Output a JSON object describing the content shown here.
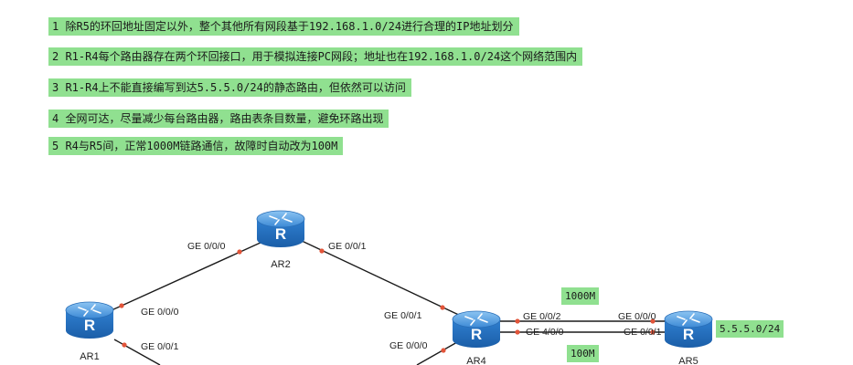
{
  "requirements": [
    "1 除R5的环回地址固定以外，整个其他所有网段基于192.168.1.0/24进行合理的IP地址划分",
    "2 R1-R4每个路由器存在两个环回接口，用于模拟连接PC网段；地址也在192.168.1.0/24这个网络范围内",
    "3 R1-R4上不能直接编写到达5.5.5.0/24的静态路由，但依然可以访问",
    "4 全网可达，尽量减少每台路由器，路由表条目数量，避免环路出现",
    "5 R4与R5间，正常1000M链路通信，故障时自动改为100M"
  ],
  "routers": {
    "ar1": {
      "label": "AR1",
      "icon_letter": "R"
    },
    "ar2": {
      "label": "AR2",
      "icon_letter": "R"
    },
    "ar4": {
      "label": "AR4",
      "icon_letter": "R"
    },
    "ar5": {
      "label": "AR5",
      "icon_letter": "R"
    }
  },
  "ports": {
    "ar2_left": "GE 0/0/0",
    "ar2_right": "GE 0/0/1",
    "ar1_top": "GE 0/0/0",
    "ar1_bottom": "GE 0/0/1",
    "ar4_top": "GE 0/0/1",
    "ar4_bottom": "GE 0/0/0",
    "ar4_link1": "GE 0/0/2",
    "ar4_link2": "GE 4/0/0",
    "ar5_link1": "GE 0/0/0",
    "ar5_link2": "GE 0/0/1"
  },
  "annotations": {
    "link_1000m": "1000M",
    "link_100m": "100M",
    "ar5_loopback": "5.5.5.0/24"
  },
  "colors": {
    "highlight": "#90e090",
    "router_body": "#2f7fd0",
    "port_dot": "#e2553a",
    "link": "#1a1a1a"
  }
}
